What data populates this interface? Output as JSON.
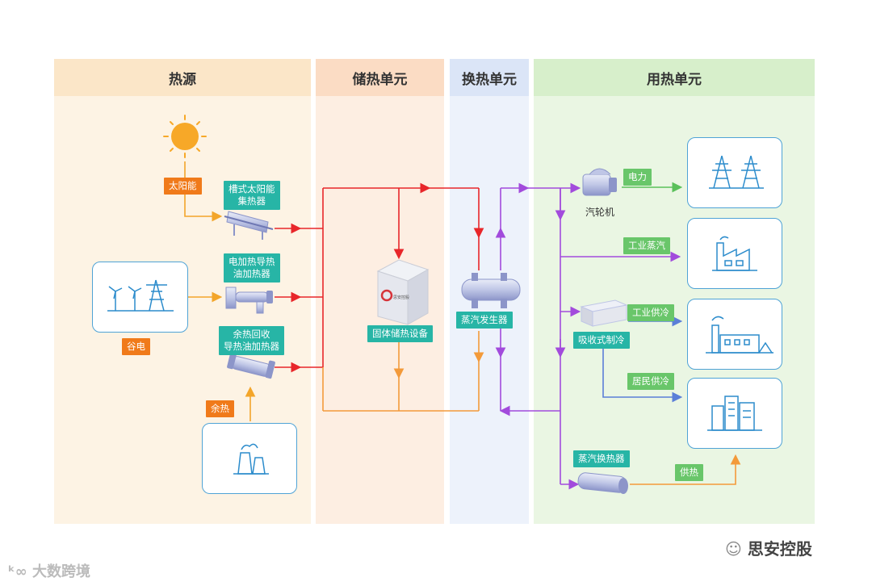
{
  "columns": {
    "heat_source": "热源",
    "storage_unit": "储热单元",
    "exchange_unit": "换热单元",
    "usage_unit": "用热单元"
  },
  "sources": {
    "solar_label": "太阳能",
    "trough_collector": "槽式太阳能\n集热器",
    "electric_heater": "电加热导热\n油加热器",
    "valley_power": "谷电",
    "waste_heat_heater": "余热回收\n导热油加热器",
    "waste_heat": "余热"
  },
  "storage": {
    "device_label": "固体储热设备",
    "device_logo": "思安控股"
  },
  "exchange": {
    "steam_generator": "蒸汽发生器"
  },
  "usage": {
    "turbine": "汽轮机",
    "power": "电力",
    "industrial_steam": "工业蒸汽",
    "absorption_chiller": "吸收式制冷",
    "industrial_cooling": "工业供冷",
    "residential_cooling": "居民供冷",
    "steam_exchanger": "蒸汽换热器",
    "heating": "供热"
  },
  "watermarks": {
    "left": "大数跨境",
    "right": "思安控股"
  },
  "colors": {
    "heat_source_bg": "#fdf3e4",
    "storage_bg": "#fdeee2",
    "exchange_bg": "#edf2fb",
    "usage_bg": "#eaf6e3",
    "hot_oil": "#e8262a",
    "cold_oil": "#f39a3a",
    "steam": "#a24bdc",
    "power": "#5ac05a",
    "cooling": "#5b7fd8",
    "solar": "#f3a52a"
  }
}
